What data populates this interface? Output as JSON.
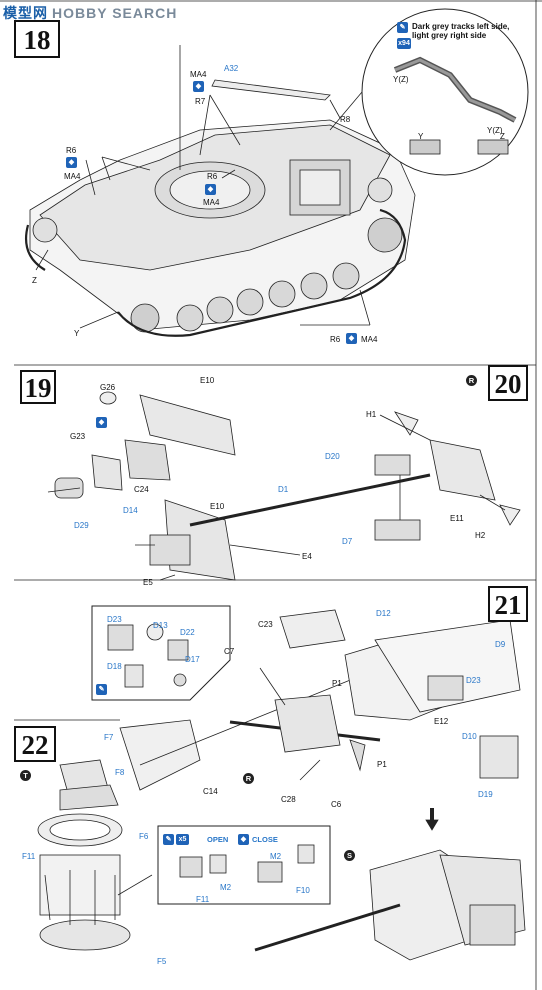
{
  "watermark": {
    "site_cn": "模型网",
    "brand": "HOBBY SEARCH"
  },
  "steps": {
    "s18": {
      "number": "18",
      "labels": {
        "A32": "A32",
        "R8": "R8",
        "R7": "R7",
        "MA4_a": "MA4",
        "R6_a": "R6",
        "MA4_b": "MA4",
        "R6_b": "R6",
        "MA4_c": "MA4",
        "Z": "Z",
        "Y": "Y",
        "R6_c": "R6",
        "MA4_d": "MA4"
      },
      "note": {
        "line1": "Dark grey tracks left side,",
        "line2": "light grey right side",
        "count": "x94",
        "Y_Z_1": "Y(Z)",
        "Y_Z_2": "Y(Z)",
        "Y": "Y",
        "Z": "Z"
      }
    },
    "s19": {
      "number": "19",
      "labels": {
        "G26": "G26",
        "G23": "G23",
        "E10_a": "E10",
        "C24": "C24",
        "D14": "D14",
        "D29": "D29",
        "E10_b": "E10",
        "E5": "E5",
        "E4": "E4",
        "D1": "D1"
      }
    },
    "s20": {
      "number": "20",
      "badge": "R",
      "labels": {
        "H1": "H1",
        "D20": "D20",
        "E11": "E11",
        "D7": "D7",
        "H2": "H2"
      }
    },
    "s21": {
      "number": "21",
      "inset": {
        "D23": "D23",
        "D13": "D13",
        "D22": "D22",
        "D18": "D18",
        "D17": "D17"
      },
      "labels": {
        "C23": "C23",
        "C7": "C7",
        "P1_a": "P1",
        "D12": "D12",
        "D9": "D9",
        "D23": "D23",
        "E12": "E12",
        "D10": "D10",
        "D19": "D19",
        "P1_b": "P1",
        "C14": "C14",
        "C28": "C28",
        "C6": "C6"
      },
      "badge": "R"
    },
    "s22": {
      "number": "22",
      "badge_T": "T",
      "badge_S": "S",
      "labels": {
        "F7": "F7",
        "F8": "F8",
        "F6": "F6",
        "F11": "F11",
        "F5": "F5"
      },
      "openclose": {
        "count": "x5",
        "open": "OPEN",
        "close": "CLOSE",
        "M2_a": "M2",
        "F11": "F11",
        "M2_b": "M2",
        "F10": "F10"
      }
    }
  },
  "colors": {
    "label_blue": "#2876c8",
    "chip_blue": "#1f63b7",
    "line": "#111111"
  }
}
